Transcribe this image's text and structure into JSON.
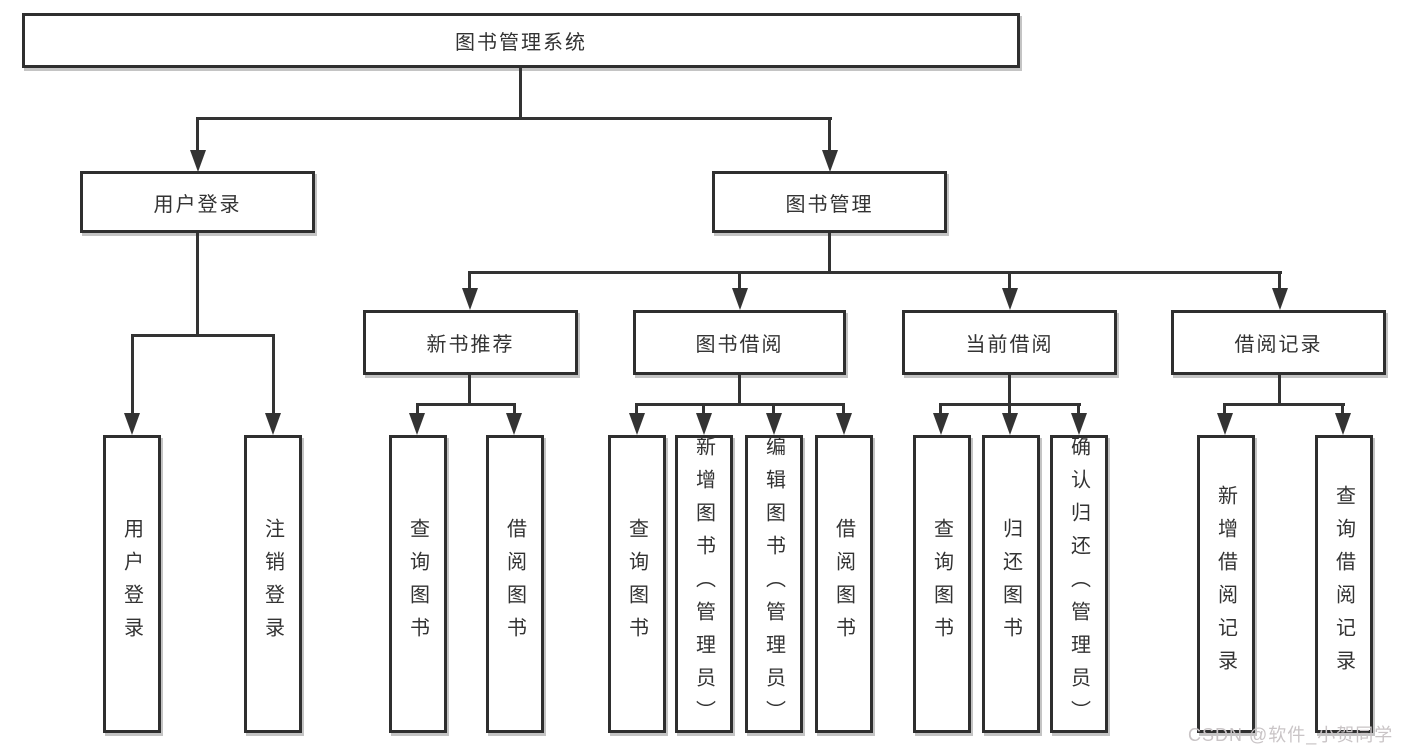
{
  "tree": {
    "root": {
      "label": "图书管理系统"
    },
    "user_login": {
      "label": "用户登录",
      "children": [
        {
          "label": "用户登录"
        },
        {
          "label": "注销登录"
        }
      ]
    },
    "book_management": {
      "label": "图书管理",
      "children": [
        {
          "label": "新书推荐",
          "children": [
            {
              "label": "查询图书"
            },
            {
              "label": "借阅图书"
            }
          ]
        },
        {
          "label": "图书借阅",
          "children": [
            {
              "label": "查询图书"
            },
            {
              "label": "新增图书（管理员）"
            },
            {
              "label": "编辑图书（管理员）"
            },
            {
              "label": "借阅图书"
            }
          ]
        },
        {
          "label": "当前借阅",
          "children": [
            {
              "label": "查询图书"
            },
            {
              "label": "归还图书"
            },
            {
              "label": "确认归还（管理员）"
            }
          ]
        },
        {
          "label": "借阅记录",
          "children": [
            {
              "label": "新增借阅记录"
            },
            {
              "label": "查询借阅记录"
            }
          ]
        }
      ]
    }
  },
  "watermark": {
    "text": "CSDN @软件_小贺同学"
  },
  "colors": {
    "line": "#333333",
    "box_border": "#2f2f2f",
    "text": "#333333",
    "watermark": "#c9c4c6",
    "shadow": "#c4c4c4",
    "background": "#ffffff"
  }
}
